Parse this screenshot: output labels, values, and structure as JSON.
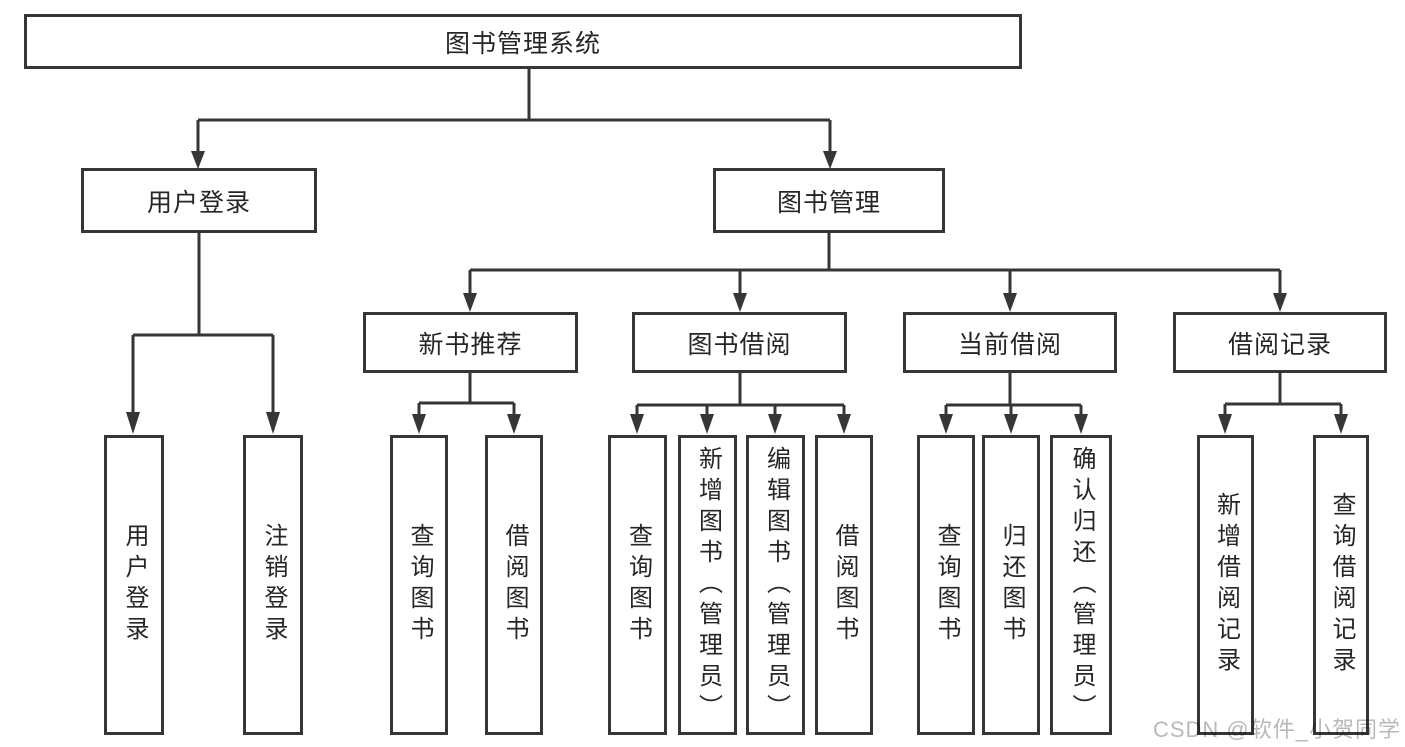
{
  "diagram": {
    "nodes": {
      "root": "图书管理系统",
      "user_login": "用户登录",
      "book_management": "图书管理",
      "new_book_recommend": "新书推荐",
      "book_borrow": "图书借阅",
      "current_borrow": "当前借阅",
      "borrow_records": "借阅记录",
      "leaf_user_login": "用户登录",
      "leaf_logout": "注销登录",
      "leaf_query_books_1": "查询图书",
      "leaf_borrow_books_1": "借阅图书",
      "leaf_query_books_2": "查询图书",
      "leaf_add_book_admin": "新增图书（管理员）",
      "leaf_edit_book_admin": "编辑图书（管理员）",
      "leaf_borrow_books_2": "借阅图书",
      "leaf_query_books_3": "查询图书",
      "leaf_return_book": "归还图书",
      "leaf_confirm_return_admin": "确认归还（管理员）",
      "leaf_add_borrow_record": "新增借阅记录",
      "leaf_query_borrow_record": "查询借阅记录"
    },
    "colors": {
      "line": "#363636",
      "text": "#262626",
      "background": "#ffffff",
      "watermark": "#b9b9b9"
    }
  },
  "watermark": {
    "text": "CSDN @软件_小贺同学"
  }
}
